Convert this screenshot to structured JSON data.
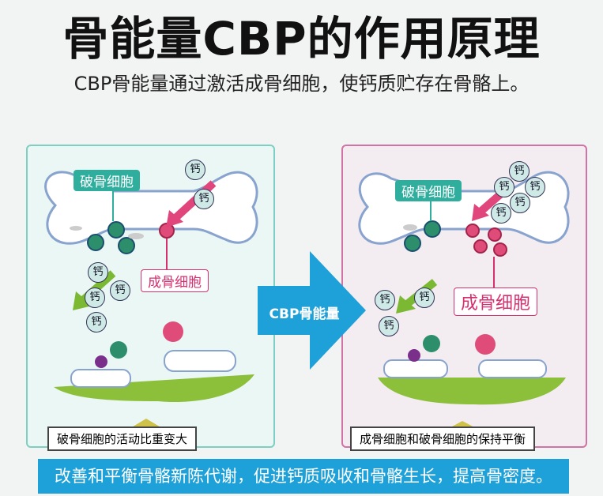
{
  "header": {
    "title": "骨能量CBP的作用原理",
    "subtitle": "CBP骨能量通过激活成骨细胞，使钙质贮存在骨骼上。"
  },
  "left_panel": {
    "osteoclast_label": "破骨细胞",
    "osteoblast_label": "成骨细胞",
    "caption": "破骨细胞的活动比重变大",
    "calcium_label": "钙"
  },
  "center_arrow": {
    "label": "CBP骨能量"
  },
  "right_panel": {
    "osteoclast_label": "破骨细胞",
    "osteoblast_label": "成骨细胞",
    "caption": "成骨细胞和破骨细胞的保持平衡",
    "calcium_label": "钙"
  },
  "footer": {
    "text": "改善和平衡骨骼新陈代谢，促进钙质吸收和骨骼生长，提高骨密度。"
  },
  "colors": {
    "teal": "#2fae9e",
    "pink": "#d6306f",
    "blue": "#1ea0d8",
    "green": "#7cb933"
  }
}
